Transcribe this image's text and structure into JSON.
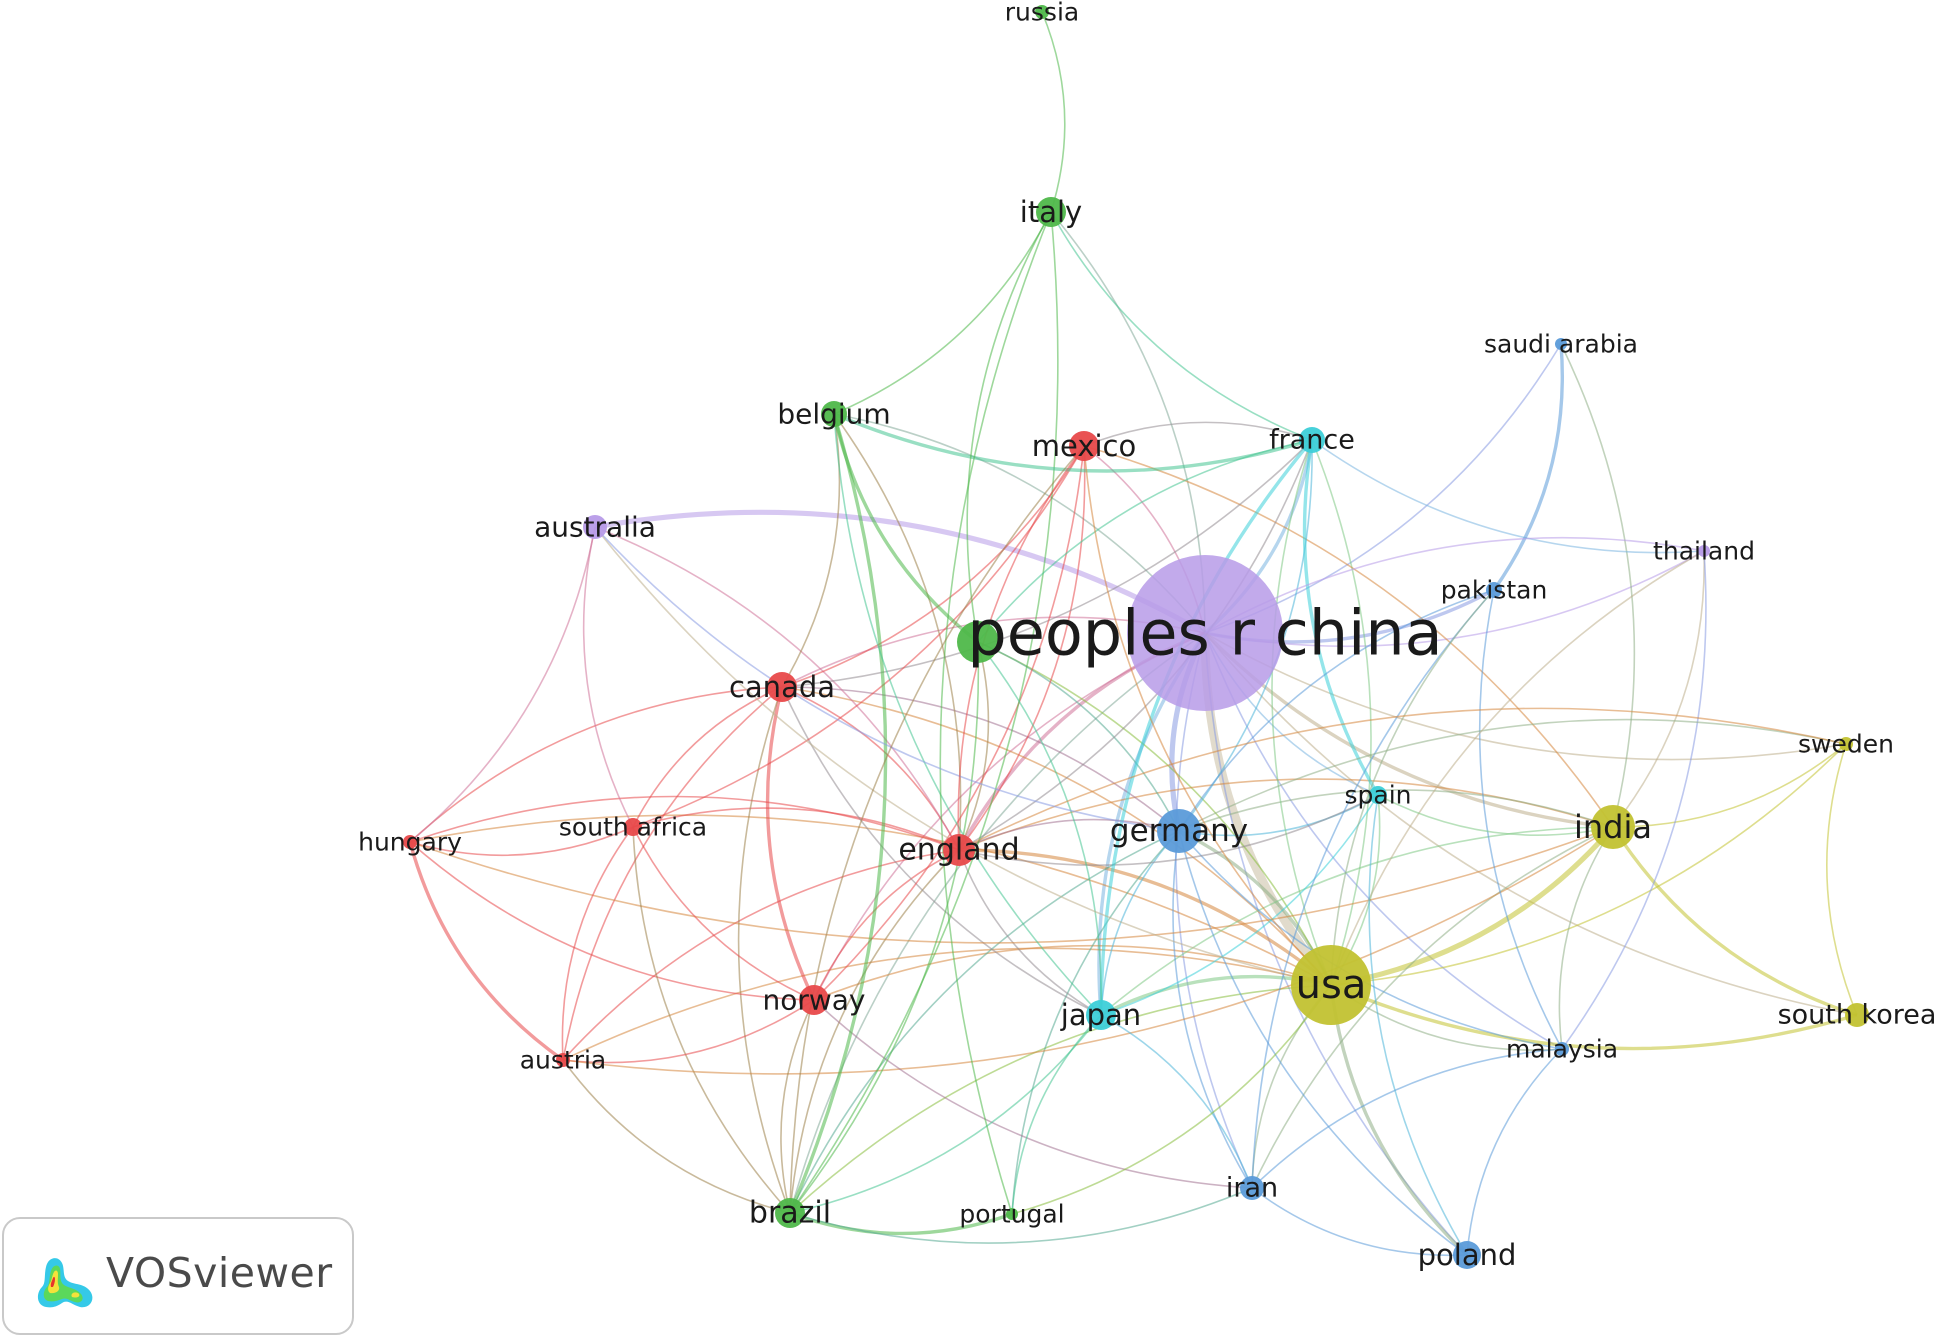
{
  "badge": {
    "text": "VOSviewer"
  },
  "clusters": {
    "red": "#e8494a",
    "green": "#4fb84a",
    "blue": "#5b9bd9",
    "yellow": "#c2c232",
    "purple": "#b79be8",
    "cyan": "#3dcfd8"
  },
  "nodes": [
    {
      "id": "china",
      "label": "peoples r china",
      "cluster": "purple"
    },
    {
      "id": "usa",
      "label": "usa",
      "cluster": "yellow"
    },
    {
      "id": "germany",
      "label": "germany",
      "cluster": "blue"
    },
    {
      "id": "england",
      "label": "england",
      "cluster": "red"
    },
    {
      "id": "india",
      "label": "india",
      "cluster": "yellow"
    },
    {
      "id": "italy",
      "label": "italy",
      "cluster": "green"
    },
    {
      "id": "russia",
      "label": "russia",
      "cluster": "green"
    },
    {
      "id": "belgium",
      "label": "belgium",
      "cluster": "green"
    },
    {
      "id": "mexico",
      "label": "mexico",
      "cluster": "red"
    },
    {
      "id": "france",
      "label": "france",
      "cluster": "cyan"
    },
    {
      "id": "saudi",
      "label": "saudi arabia",
      "cluster": "blue"
    },
    {
      "id": "australia",
      "label": "australia",
      "cluster": "purple"
    },
    {
      "id": "thailand",
      "label": "thailand",
      "cluster": "purple"
    },
    {
      "id": "pakistan",
      "label": "pakistan",
      "cluster": "blue"
    },
    {
      "id": "canada",
      "label": "canada",
      "cluster": "red"
    },
    {
      "id": "greennode",
      "label": "",
      "cluster": "green"
    },
    {
      "id": "sweden",
      "label": "sweden",
      "cluster": "yellow"
    },
    {
      "id": "spain",
      "label": "spain",
      "cluster": "cyan"
    },
    {
      "id": "hungary",
      "label": "hungary",
      "cluster": "red"
    },
    {
      "id": "southafrica",
      "label": "south africa",
      "cluster": "red"
    },
    {
      "id": "norway",
      "label": "norway",
      "cluster": "red"
    },
    {
      "id": "japan",
      "label": "japan",
      "cluster": "cyan"
    },
    {
      "id": "southkorea",
      "label": "south korea",
      "cluster": "yellow"
    },
    {
      "id": "malaysia",
      "label": "malaysia",
      "cluster": "blue"
    },
    {
      "id": "austria",
      "label": "austria",
      "cluster": "red"
    },
    {
      "id": "brazil",
      "label": "brazil",
      "cluster": "green"
    },
    {
      "id": "portugal",
      "label": "portugal",
      "cluster": "green"
    },
    {
      "id": "iran",
      "label": "iran",
      "cluster": "blue"
    },
    {
      "id": "poland",
      "label": "poland",
      "cluster": "blue"
    }
  ],
  "links": [
    [
      "china",
      "usa",
      5
    ],
    [
      "china",
      "australia",
      3
    ],
    [
      "china",
      "germany",
      3
    ],
    [
      "china",
      "england",
      2
    ],
    [
      "china",
      "india",
      2
    ],
    [
      "china",
      "france",
      2
    ],
    [
      "china",
      "japan",
      2
    ],
    [
      "china",
      "canada",
      1
    ],
    [
      "china",
      "pakistan",
      2
    ],
    [
      "china",
      "spain",
      1
    ],
    [
      "china",
      "malaysia",
      1
    ],
    [
      "china",
      "thailand",
      1
    ],
    [
      "china",
      "iran",
      1
    ],
    [
      "china",
      "poland",
      1
    ],
    [
      "china",
      "brazil",
      1
    ],
    [
      "china",
      "mexico",
      1
    ],
    [
      "china",
      "italy",
      1
    ],
    [
      "china",
      "southkorea",
      1
    ],
    [
      "china",
      "sweden",
      1
    ],
    [
      "china",
      "saudi",
      1
    ],
    [
      "china",
      "norway",
      1
    ],
    [
      "china",
      "belgium",
      1
    ],
    [
      "usa",
      "india",
      3
    ],
    [
      "usa",
      "germany",
      2
    ],
    [
      "usa",
      "england",
      2
    ],
    [
      "usa",
      "japan",
      2
    ],
    [
      "usa",
      "southkorea",
      2
    ],
    [
      "usa",
      "brazil",
      1
    ],
    [
      "usa",
      "canada",
      1
    ],
    [
      "usa",
      "iran",
      1
    ],
    [
      "usa",
      "poland",
      2
    ],
    [
      "usa",
      "norway",
      1
    ],
    [
      "usa",
      "sweden",
      1
    ],
    [
      "usa",
      "spain",
      1
    ],
    [
      "usa",
      "malaysia",
      1
    ],
    [
      "usa",
      "greennode",
      1
    ],
    [
      "usa",
      "austria",
      1
    ],
    [
      "usa",
      "france",
      1
    ],
    [
      "usa",
      "hungary",
      1
    ],
    [
      "india",
      "southkorea",
      2
    ],
    [
      "india",
      "sweden",
      1
    ],
    [
      "india",
      "malaysia",
      1
    ],
    [
      "india",
      "england",
      1
    ],
    [
      "india",
      "germany",
      1
    ],
    [
      "india",
      "japan",
      1
    ],
    [
      "india",
      "iran",
      1
    ],
    [
      "india",
      "thailand",
      1
    ],
    [
      "india",
      "mexico",
      1
    ],
    [
      "india",
      "saudi",
      1
    ],
    [
      "germany",
      "england",
      1
    ],
    [
      "germany",
      "japan",
      1
    ],
    [
      "germany",
      "iran",
      1
    ],
    [
      "germany",
      "poland",
      1
    ],
    [
      "germany",
      "spain",
      1
    ],
    [
      "germany",
      "brazil",
      1
    ],
    [
      "germany",
      "malaysia",
      1
    ],
    [
      "germany",
      "canada",
      1
    ],
    [
      "germany",
      "greennode",
      1
    ],
    [
      "germany",
      "france",
      1
    ],
    [
      "germany",
      "portugal",
      1
    ],
    [
      "england",
      "canada",
      1
    ],
    [
      "england",
      "norway",
      1
    ],
    [
      "england",
      "hungary",
      1
    ],
    [
      "england",
      "austria",
      1
    ],
    [
      "england",
      "southafrica",
      1
    ],
    [
      "england",
      "brazil",
      1
    ],
    [
      "england",
      "mexico",
      1
    ],
    [
      "england",
      "greennode",
      1
    ],
    [
      "england",
      "belgium",
      1
    ],
    [
      "england",
      "australia",
      1
    ],
    [
      "england",
      "spain",
      1
    ],
    [
      "england",
      "japan",
      1
    ],
    [
      "england",
      "france",
      1
    ],
    [
      "canada",
      "norway",
      2
    ],
    [
      "canada",
      "mexico",
      1
    ],
    [
      "canada",
      "belgium",
      1
    ],
    [
      "canada",
      "austria",
      1
    ],
    [
      "canada",
      "southafrica",
      1
    ],
    [
      "canada",
      "brazil",
      1
    ],
    [
      "canada",
      "hungary",
      1
    ],
    [
      "canada",
      "japan",
      1
    ],
    [
      "canada",
      "france",
      1
    ],
    [
      "hungary",
      "austria",
      2
    ],
    [
      "hungary",
      "norway",
      1
    ],
    [
      "hungary",
      "southafrica",
      1
    ],
    [
      "hungary",
      "australia",
      1
    ],
    [
      "hungary",
      "india",
      1
    ],
    [
      "southafrica",
      "austria",
      1
    ],
    [
      "southafrica",
      "norway",
      1
    ],
    [
      "southafrica",
      "brazil",
      1
    ],
    [
      "southafrica",
      "mexico",
      1
    ],
    [
      "austria",
      "norway",
      1
    ],
    [
      "austria",
      "brazil",
      1
    ],
    [
      "austria",
      "india",
      1
    ],
    [
      "norway",
      "brazil",
      1
    ],
    [
      "norway",
      "mexico",
      1
    ],
    [
      "norway",
      "iran",
      1
    ],
    [
      "brazil",
      "portugal",
      2
    ],
    [
      "brazil",
      "belgium",
      2
    ],
    [
      "brazil",
      "greennode",
      1
    ],
    [
      "brazil",
      "italy",
      1
    ],
    [
      "brazil",
      "iran",
      1
    ],
    [
      "brazil",
      "japan",
      1
    ],
    [
      "belgium",
      "italy",
      1
    ],
    [
      "belgium",
      "france",
      2
    ],
    [
      "belgium",
      "greennode",
      2
    ],
    [
      "belgium",
      "japan",
      1
    ],
    [
      "italy",
      "russia",
      1
    ],
    [
      "italy",
      "france",
      1
    ],
    [
      "italy",
      "greennode",
      1
    ],
    [
      "italy",
      "portugal",
      1
    ],
    [
      "france",
      "spain",
      2
    ],
    [
      "france",
      "japan",
      2
    ],
    [
      "france",
      "greennode",
      1
    ],
    [
      "france",
      "thailand",
      1
    ],
    [
      "france",
      "mexico",
      1
    ],
    [
      "france",
      "usa",
      1
    ],
    [
      "japan",
      "spain",
      1
    ],
    [
      "japan",
      "portugal",
      1
    ],
    [
      "japan",
      "greennode",
      1
    ],
    [
      "pakistan",
      "saudi",
      2
    ],
    [
      "pakistan",
      "malaysia",
      1
    ],
    [
      "pakistan",
      "iran",
      1
    ],
    [
      "pakistan",
      "usa",
      1
    ],
    [
      "pakistan",
      "germany",
      1
    ],
    [
      "malaysia",
      "iran",
      1
    ],
    [
      "malaysia",
      "poland",
      1
    ],
    [
      "malaysia",
      "thailand",
      1
    ],
    [
      "sweden",
      "southkorea",
      1
    ],
    [
      "sweden",
      "germany",
      1
    ],
    [
      "sweden",
      "england",
      1
    ],
    [
      "australia",
      "southafrica",
      1
    ],
    [
      "australia",
      "usa",
      1
    ],
    [
      "australia",
      "germany",
      1
    ],
    [
      "mexico",
      "england",
      1
    ],
    [
      "mexico",
      "brazil",
      1
    ],
    [
      "mexico",
      "usa",
      1
    ],
    [
      "iran",
      "poland",
      1
    ],
    [
      "iran",
      "japan",
      1
    ],
    [
      "thailand",
      "usa",
      1
    ],
    [
      "thailand",
      "china",
      1
    ],
    [
      "portugal",
      "usa",
      1
    ],
    [
      "spain",
      "poland",
      1
    ],
    [
      "spain",
      "india",
      1
    ]
  ]
}
